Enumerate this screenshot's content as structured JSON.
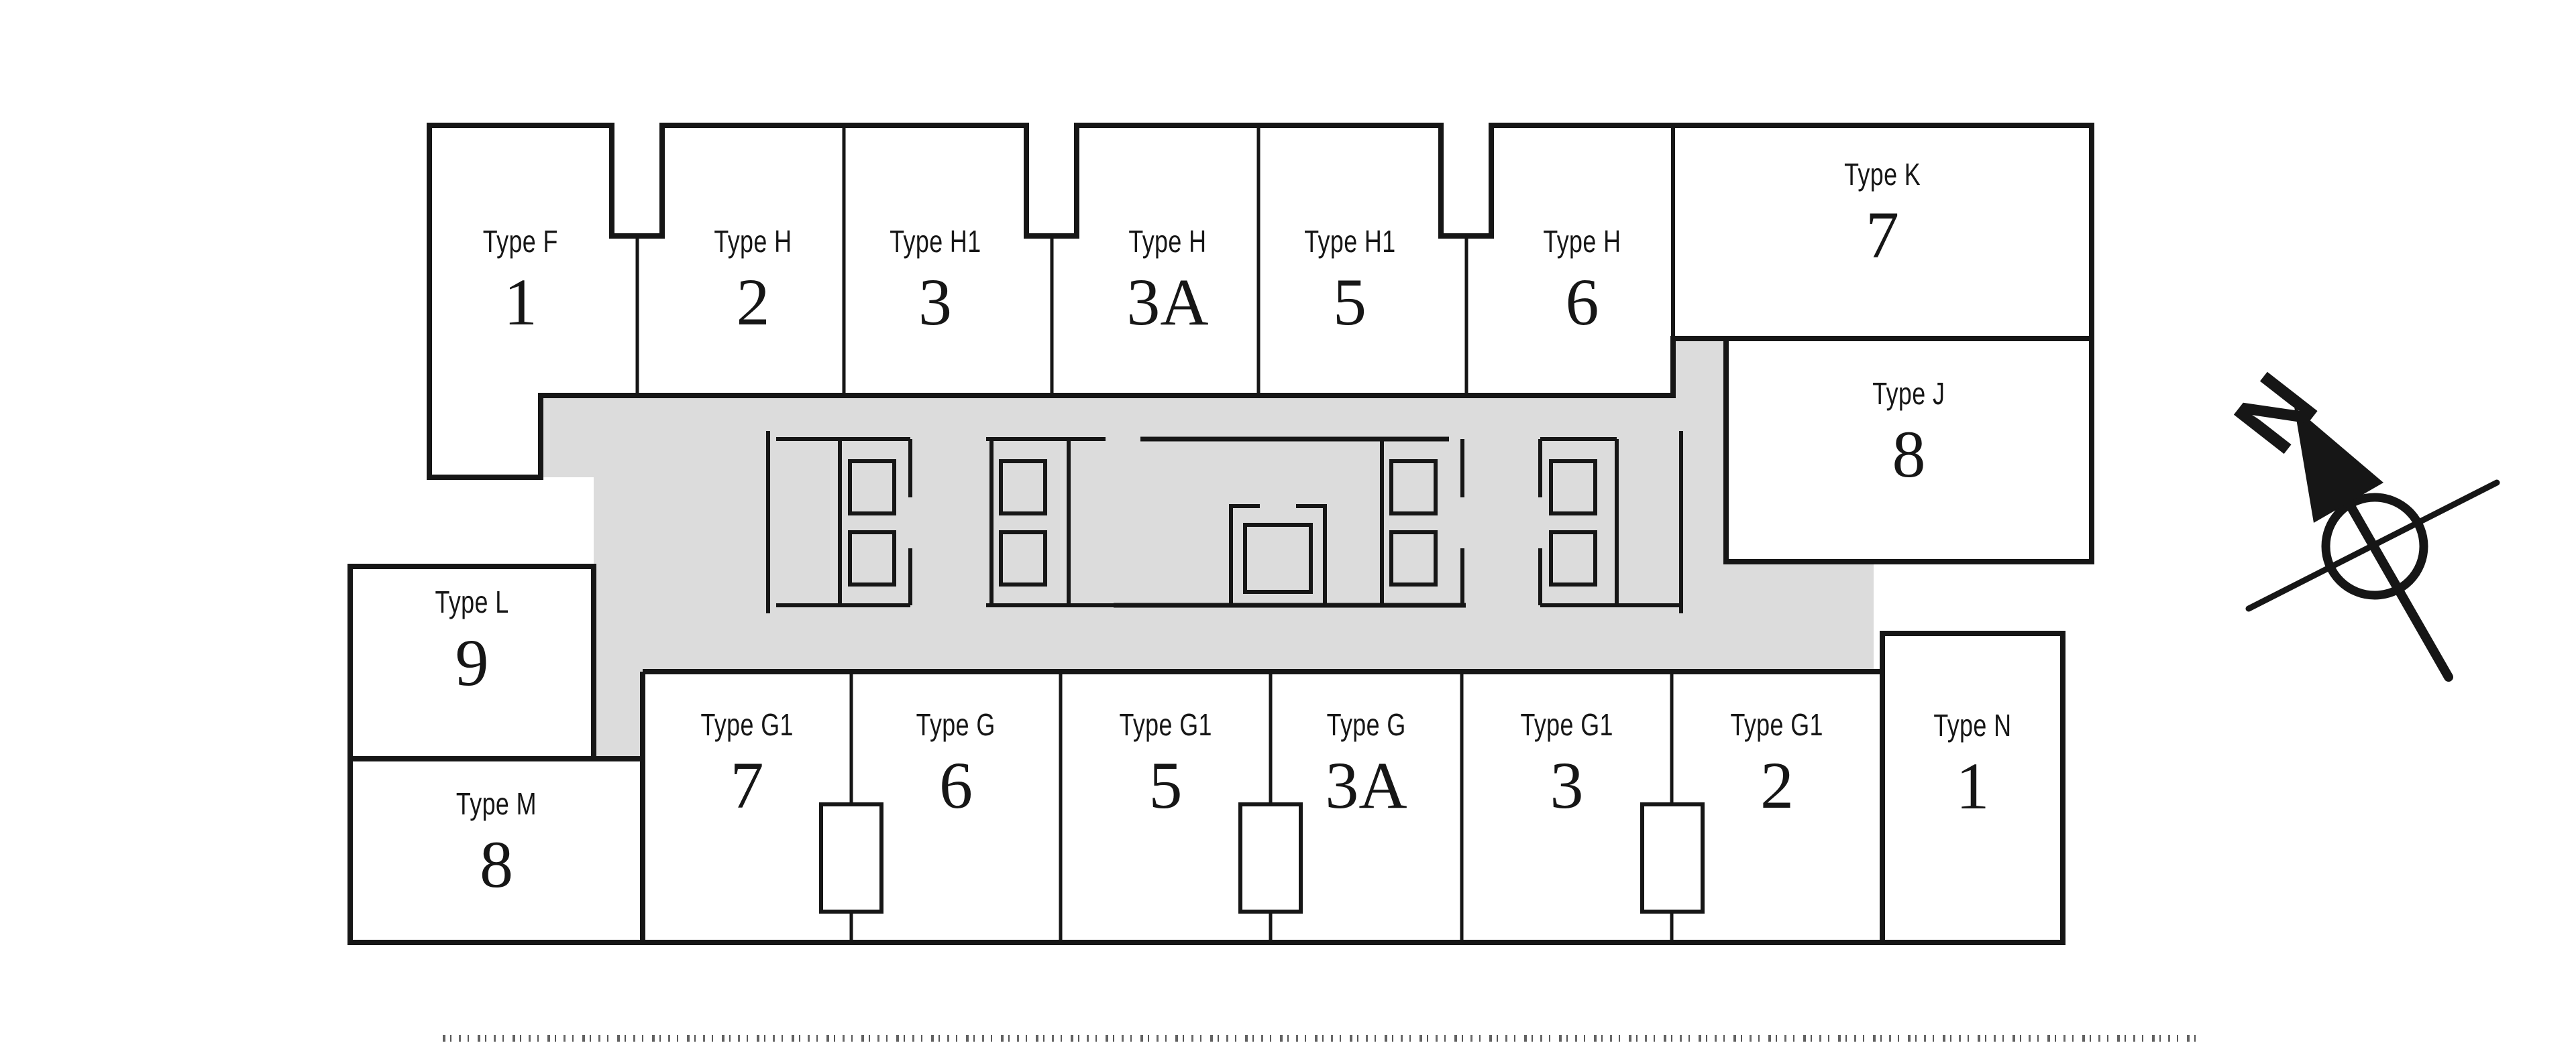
{
  "floor_plan": {
    "colors": {
      "background": "#ffffff",
      "walls": "#161616",
      "corridor_fill": "#dcdcdc"
    },
    "units": {
      "top_row": [
        {
          "type": "Type F",
          "unit": "1"
        },
        {
          "type": "Type H",
          "unit": "2"
        },
        {
          "type": "Type H1",
          "unit": "3"
        },
        {
          "type": "Type H",
          "unit": "3A"
        },
        {
          "type": "Type H1",
          "unit": "5"
        },
        {
          "type": "Type H",
          "unit": "6"
        }
      ],
      "right_column": [
        {
          "type": "Type K",
          "unit": "7"
        },
        {
          "type": "Type J",
          "unit": "8"
        }
      ],
      "left_column": [
        {
          "type": "Type L",
          "unit": "9"
        },
        {
          "type": "Type M",
          "unit": "8"
        }
      ],
      "bottom_row": [
        {
          "type": "Type G1",
          "unit": "7"
        },
        {
          "type": "Type G",
          "unit": "6"
        },
        {
          "type": "Type G1",
          "unit": "5"
        },
        {
          "type": "Type G",
          "unit": "3A"
        },
        {
          "type": "Type G1",
          "unit": "3"
        },
        {
          "type": "Type G1",
          "unit": "2"
        },
        {
          "type": "Type N",
          "unit": "1"
        }
      ]
    },
    "compass": {
      "north_label": "N"
    },
    "icons": {
      "lift_core_symbol": "elevator-shaft-plan-symbol",
      "compass_icon": "north-arrow-compass"
    }
  }
}
